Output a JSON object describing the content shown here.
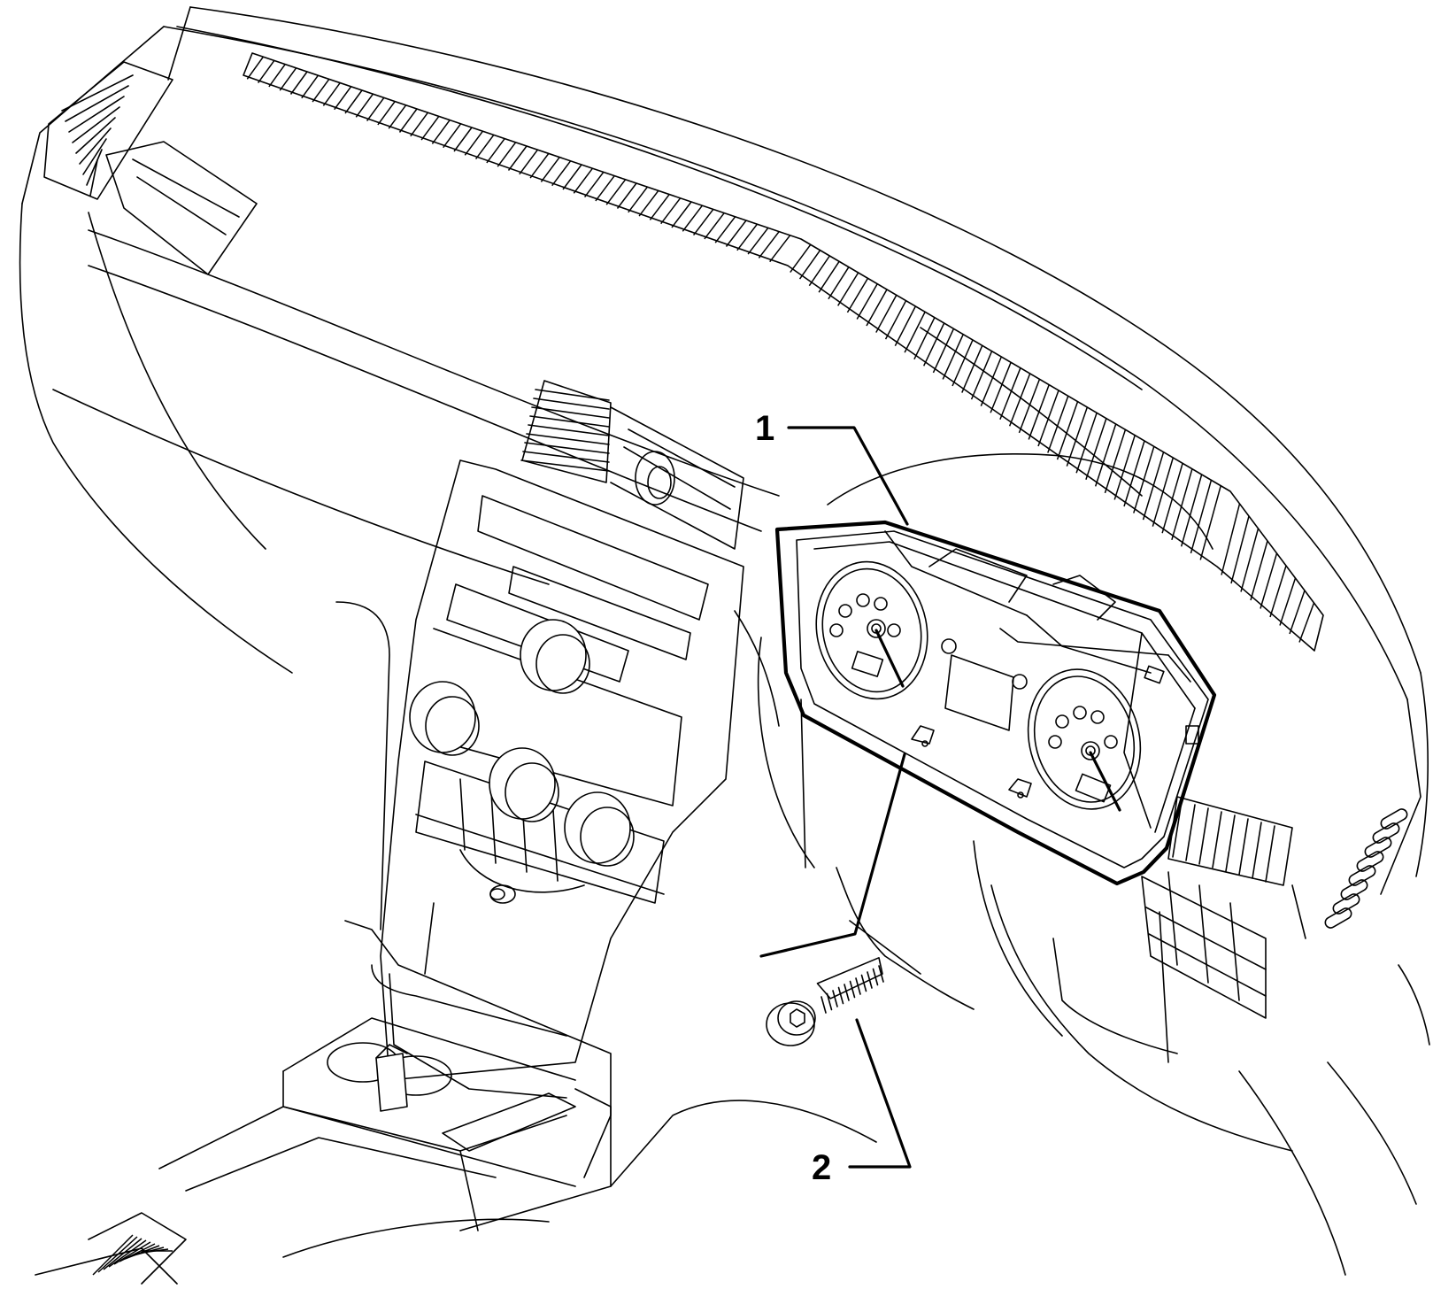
{
  "callouts": [
    {
      "label": "1",
      "part": "instrument-cluster"
    },
    {
      "label": "2",
      "part": "screw"
    }
  ],
  "colors": {
    "line": "#000000",
    "background": "#ffffff"
  }
}
